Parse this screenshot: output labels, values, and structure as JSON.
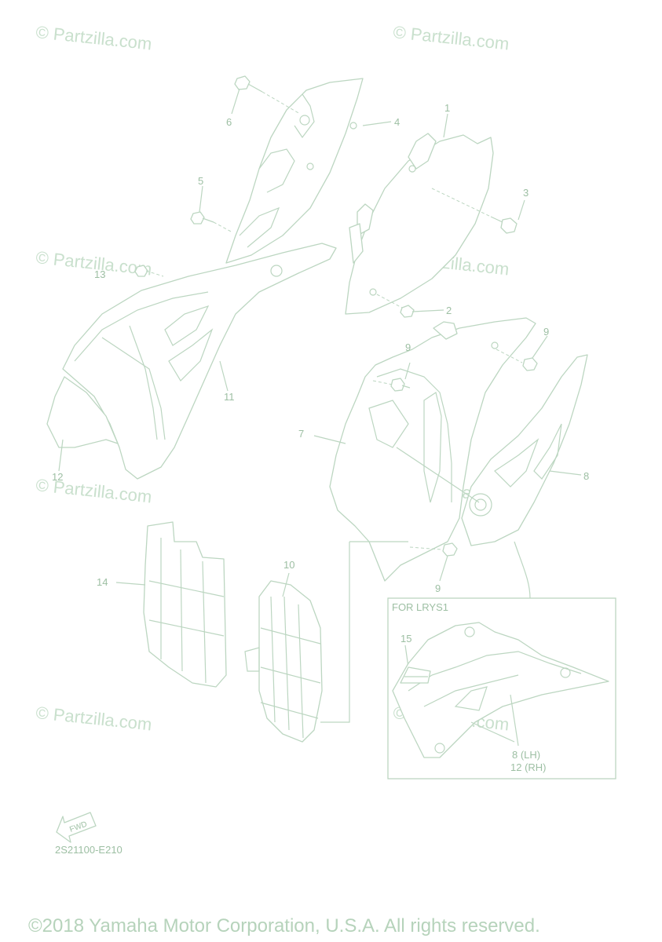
{
  "watermark": "© Partzilla.com",
  "callouts": {
    "c1": "1",
    "c2": "2",
    "c3": "3",
    "c4": "4",
    "c5": "5",
    "c6": "6",
    "c7": "7",
    "c8": "8",
    "c9a": "9",
    "c9b": "9",
    "c9c": "9",
    "c10": "10",
    "c11": "11",
    "c12": "12",
    "c13": "13",
    "c14": "14",
    "c15": "15"
  },
  "inset": {
    "title": "FOR LRYS1",
    "label_lh": "8  (LH)",
    "label_rh": "12 (RH)"
  },
  "fwd_label": "FWD",
  "diagram_code": "2S21100-E210",
  "copyright": "©2018 Yamaha Motor Corporation, U.S.A. All rights reserved."
}
